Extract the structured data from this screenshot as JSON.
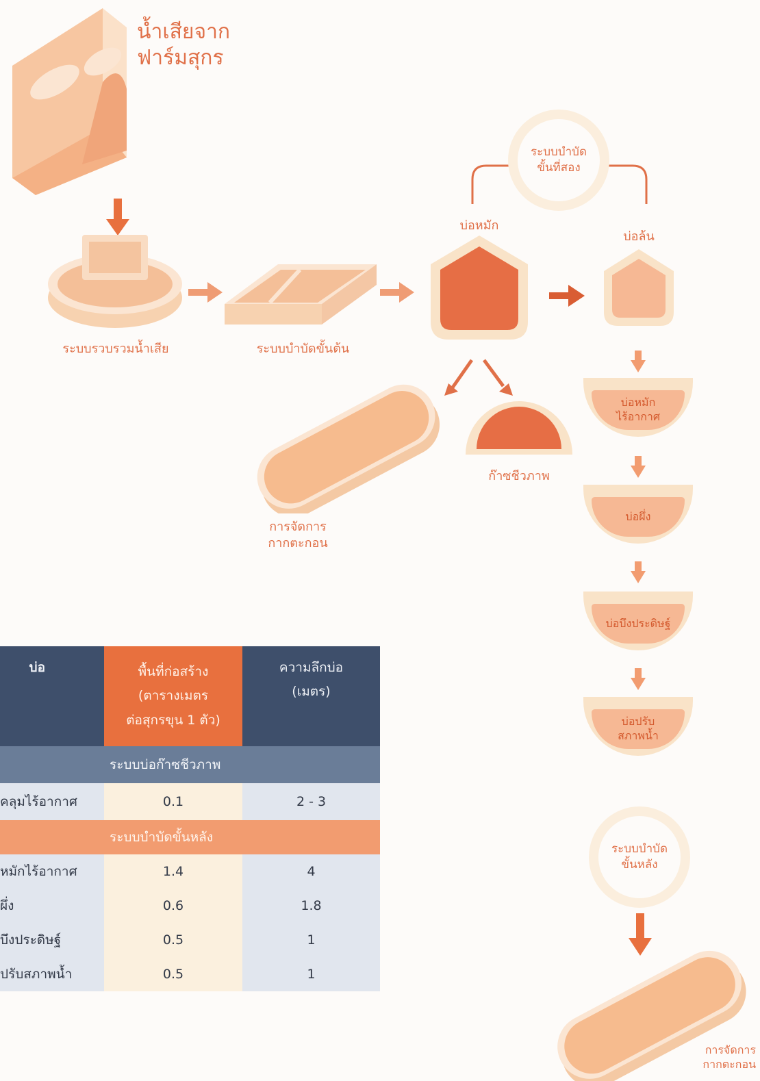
{
  "diagram": {
    "farm_label": "น้ำเสียจาก\nฟาร์มสุกร",
    "collection_label": "ระบบรวบรวมน้ำเสีย",
    "primary_label": "ระบบบำบัดขั้นต้น",
    "fermentation_pond_top": "บ่อหมัก",
    "overflow_pond": "บ่อล้น",
    "secondary_ring": "ระบบบำบัด\nขั้นที่สอง",
    "sludge_label_1": "การจัดการ\nกากตะกอน",
    "biogas_label": "ก๊าซชีวภาพ",
    "ponds": [
      "บ่อหมัก\nไร้อากาศ",
      "บ่อผึ่ง",
      "บ่อบึงประดิษฐ์",
      "บ่อปรับ\nสภาพน้ำ"
    ],
    "tertiary_ring": "ระบบบำบัด\nขั้นหลัง",
    "sludge_label_2": "การจัดการ\nกากตะกอน"
  },
  "table": {
    "headers": [
      "บ่อ",
      "พื้นที่ก่อสร้าง\n(ตารางเมตร\nต่อสุกรขุน 1 ตัว)",
      "ความลึกบ่อ\n(เมตร)"
    ],
    "section_biogas": "ระบบบ่อก๊าซชีวภาพ",
    "biogas_rows": [
      {
        "name": "คลุมไร้อากาศ",
        "area": "0.1",
        "depth": "2 - 3"
      }
    ],
    "section_post": "ระบบบำบัดขั้นหลัง",
    "post_rows": [
      {
        "name": "หมักไร้อากาศ",
        "area": "1.4",
        "depth": "4"
      },
      {
        "name": "ผึ่ง",
        "area": "0.6",
        "depth": "1.8"
      },
      {
        "name": "บึงประดิษฐ์",
        "area": "0.5",
        "depth": "1"
      },
      {
        "name": "ปรับสภาพน้ำ",
        "area": "0.5",
        "depth": "1"
      }
    ]
  }
}
